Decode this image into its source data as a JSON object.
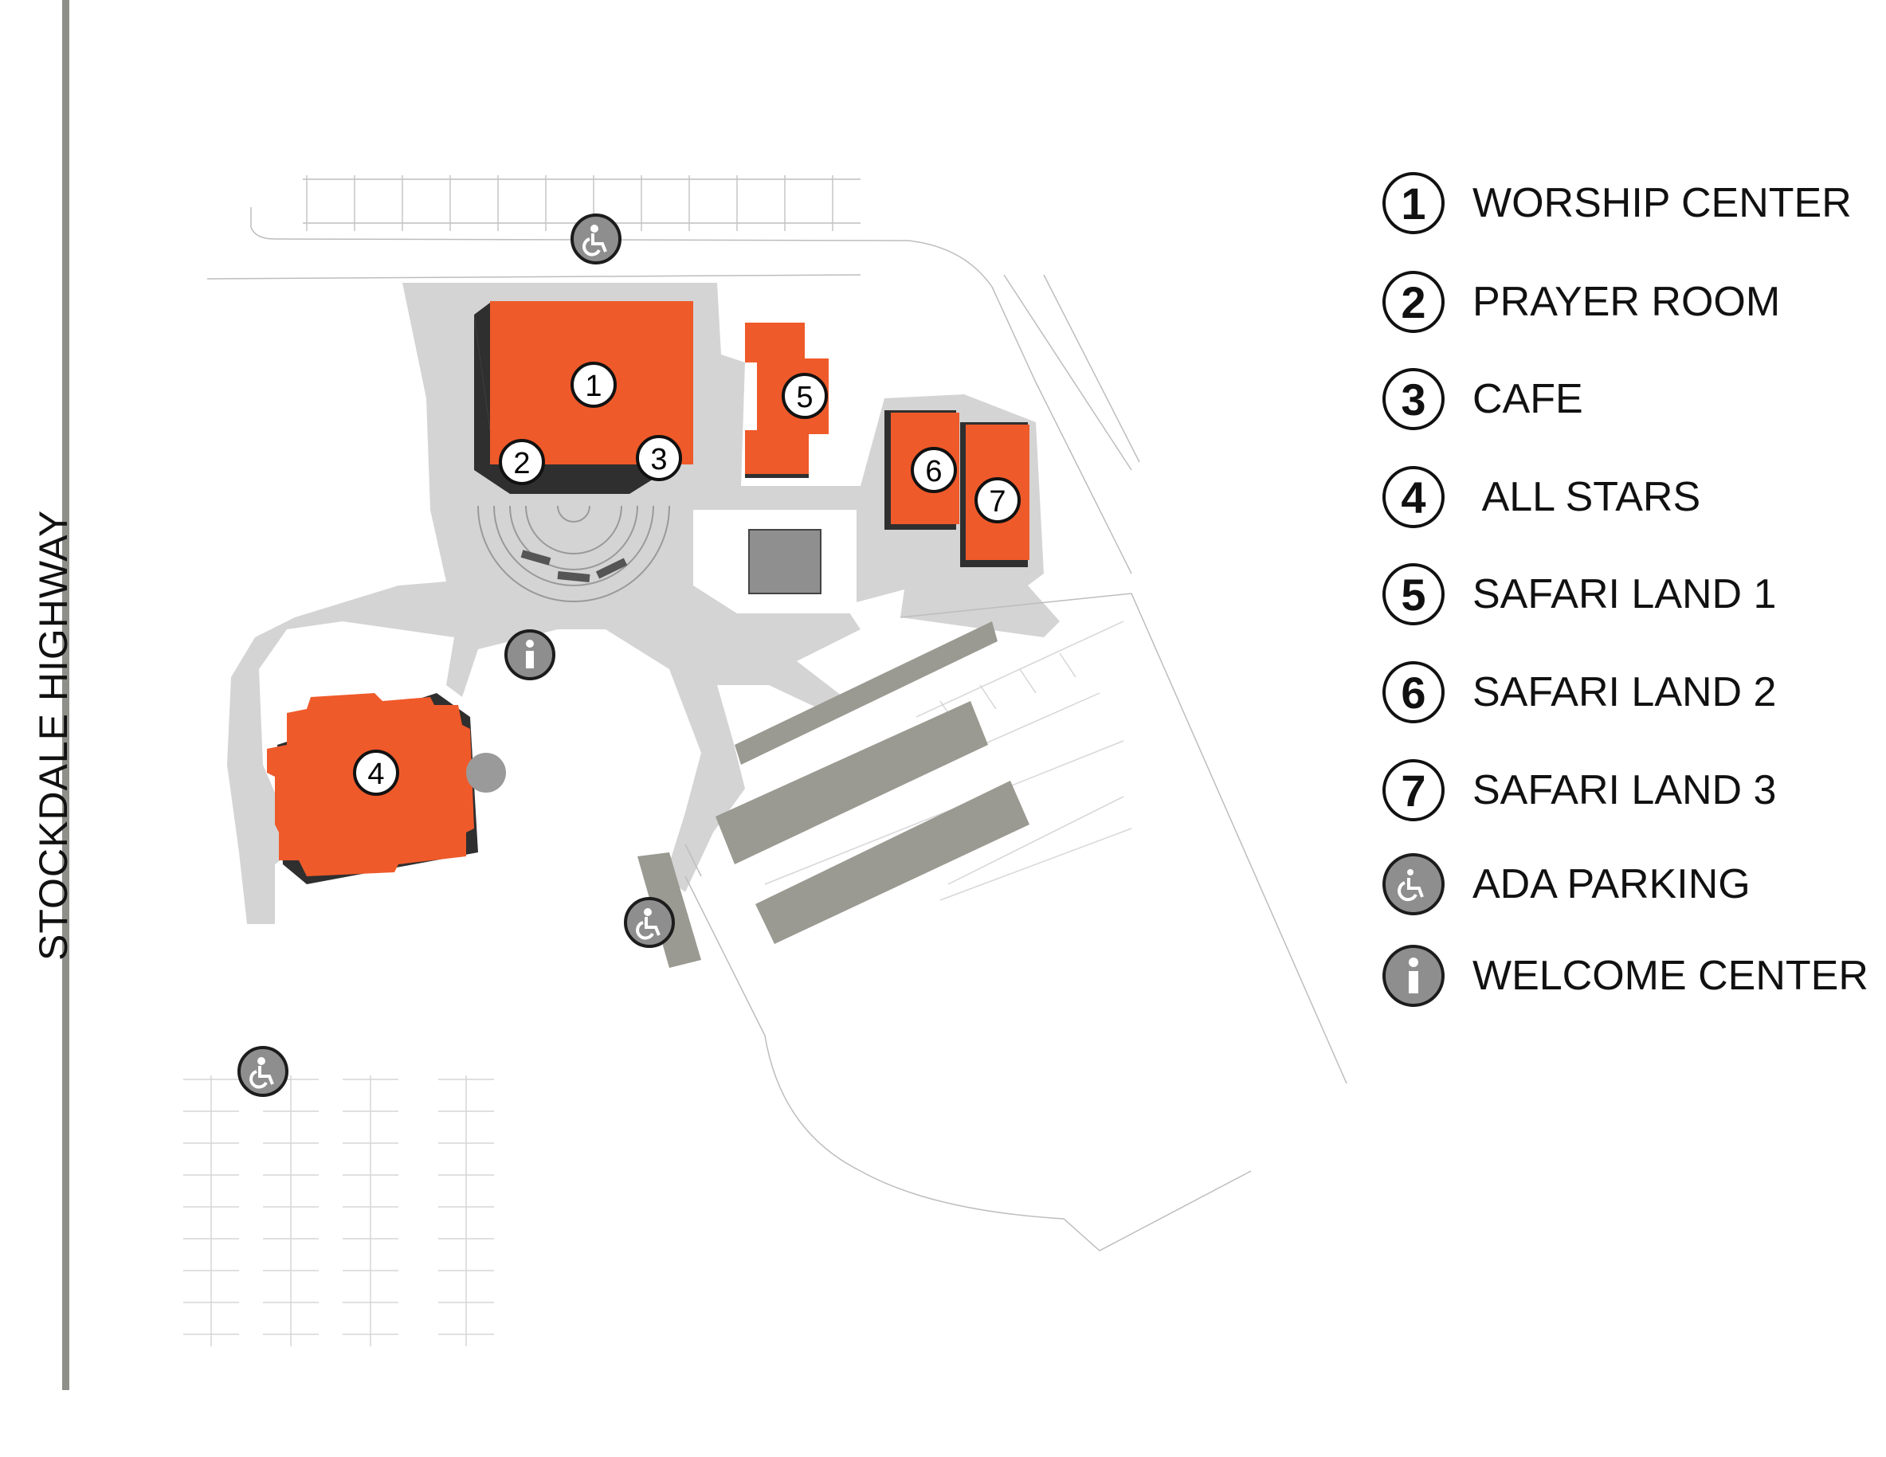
{
  "highway": {
    "label": "STOCKDALE HIGHWAY"
  },
  "markers": {
    "buildings": [
      "1",
      "2",
      "3",
      "4",
      "5",
      "6",
      "7"
    ]
  },
  "legend": {
    "items": [
      {
        "key": "1",
        "label": "WORSHIP CENTER",
        "kind": "number"
      },
      {
        "key": "2",
        "label": "PRAYER ROOM",
        "kind": "number"
      },
      {
        "key": "3",
        "label": "CAFE",
        "kind": "number"
      },
      {
        "key": "4",
        "label": " ALL STARS",
        "kind": "number"
      },
      {
        "key": "5",
        "label": "SAFARI LAND 1",
        "kind": "number"
      },
      {
        "key": "6",
        "label": "SAFARI LAND 2",
        "kind": "number"
      },
      {
        "key": "7",
        "label": "SAFARI LAND 3",
        "kind": "number"
      },
      {
        "key": "wheelchair-icon",
        "label": "ADA PARKING",
        "kind": "icon"
      },
      {
        "key": "info-icon",
        "label": "WELCOME CENTER",
        "kind": "icon"
      }
    ]
  },
  "colors": {
    "building": "#ef5a2a",
    "building_shadow": "#2f2f2f",
    "paving": "#d4d4d4",
    "covered_parking": "#9a9a92",
    "highway": "#8f8f8a",
    "marker_fill": "#8e8e8e"
  }
}
